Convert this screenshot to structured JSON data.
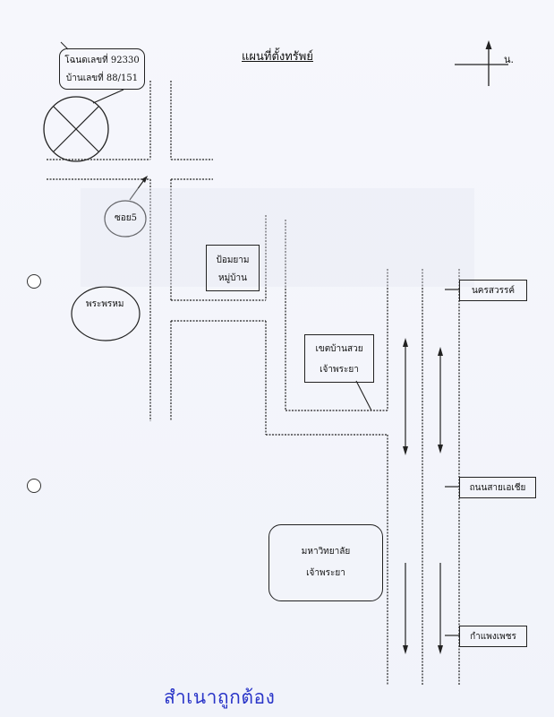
{
  "title": "แผนที่ตั้งทรัพย์",
  "north_label": "น.",
  "land_info": {
    "deed": "โฉนดเลขที่ 92330",
    "house": "บ้านเลขที่ 88/151"
  },
  "labels": {
    "soi": "ซอย5",
    "phra_phrom": "พระพรหม",
    "guard_post_line1": "ป้อมยาม",
    "guard_post_line2": "หมู่บ้าน",
    "village_line1": "เขตบ้านสวย",
    "village_line2": "เจ้าพระยา",
    "university_line1": "มหาวิทยาลัย",
    "university_line2": "เจ้าพระยา",
    "road_nakhon_sawan": "นครสวรรค์",
    "road_asia": "ถนนสายเอเชีย",
    "road_kamphaeng_phet": "กำแพงเพชร"
  },
  "stamp_text": "สำเนาถูกต้อง",
  "colors": {
    "ink": "#222222",
    "stamp": "#2a35c8"
  }
}
